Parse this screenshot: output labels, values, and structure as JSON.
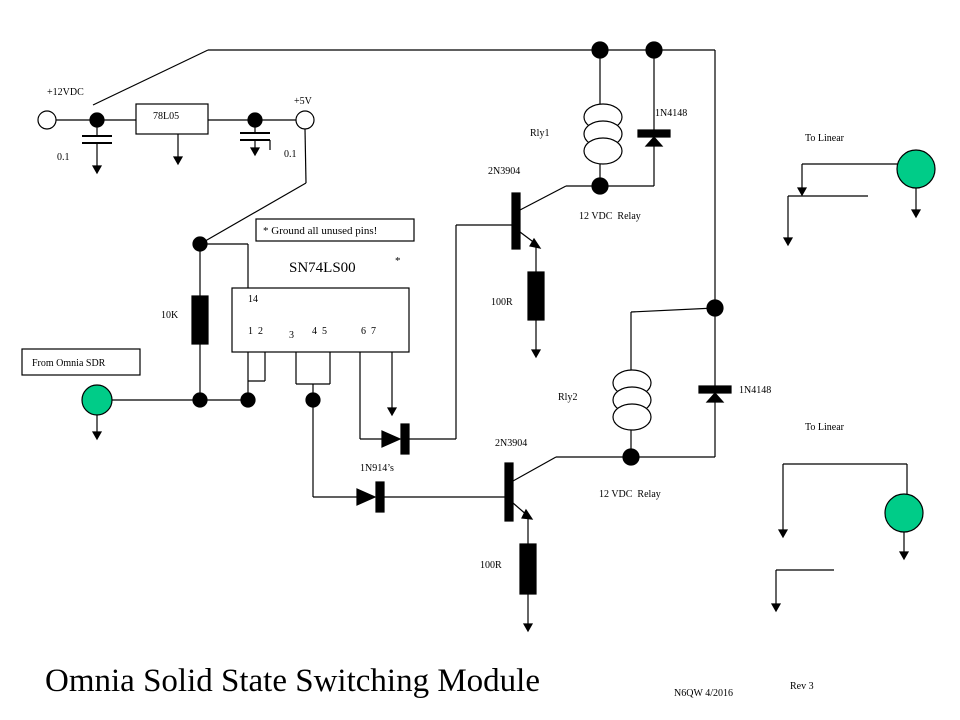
{
  "title": "Omnia Solid State Switching Module",
  "author_date": "N6QW 4/2016",
  "revision": "Rev 3",
  "colors": {
    "connector": "#00cc88",
    "ink": "#000000",
    "background": "#ffffff"
  },
  "labels": {
    "v12": "+12VDC",
    "v5": "+5V",
    "regulator": "78L05",
    "cap_left": "0.1",
    "cap_right": "0.1",
    "ground_note": "* Ground all unused pins!",
    "ic_name": "SN74LS00",
    "ic_star": "*",
    "ic_pin14": "14",
    "ic_pins_a": "1  2",
    "ic_pin3": "3",
    "ic_pins_b": "4  5",
    "ic_pins_c": "6  7",
    "r_pullup": "10K",
    "from_sdr": "From Omnia SDR",
    "rly1": "Rly1",
    "rly2": "Rly2",
    "relay1_desc": "12 VDC  Relay",
    "relay2_desc": "12 VDC  Relay",
    "diode1": "1N4148",
    "diode2": "1N4148",
    "transistor1": "2N3904",
    "transistor2": "2N3904",
    "r_base1": "100R",
    "r_base2": "100R",
    "signal_diodes": "1N914’s",
    "to_linear_1": "To Linear",
    "to_linear_2": "To Linear"
  }
}
